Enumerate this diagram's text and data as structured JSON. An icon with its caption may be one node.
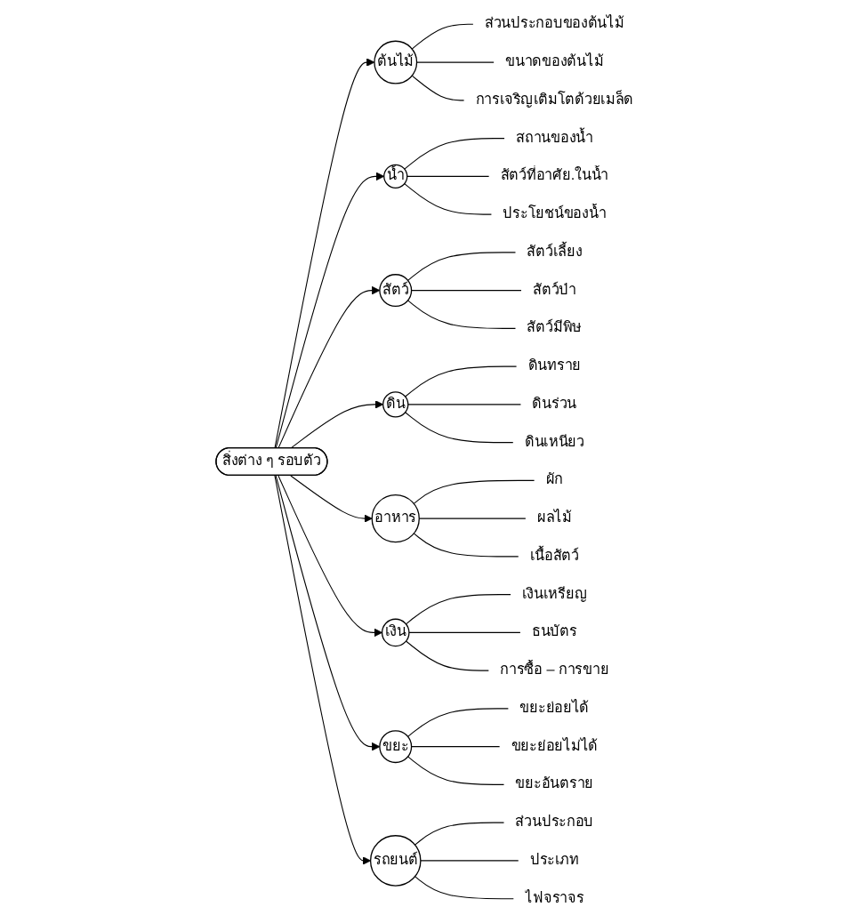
{
  "diagram": {
    "nodes": [
      {
        "text": [
          "สิ่งต่าง ๆ รอบตัว"
        ]
      },
      {
        "text": [
          "ต้นไม้"
        ]
      },
      {
        "text": [
          "ส่วนประกอบของต้นไม้"
        ]
      },
      {
        "text": [
          "ขนาดของต้นไม้"
        ]
      },
      {
        "text": [
          "การเจริญเติมโตด้วยเมล็ด"
        ]
      },
      {
        "text": [
          "น้ำ"
        ]
      },
      {
        "text": [
          "สถานของน้ำ"
        ]
      },
      {
        "text": [
          "สัตว์ที่อาศัย.ในน้ำ"
        ]
      },
      {
        "text": [
          "ประโยชน์ของน้ำ"
        ]
      },
      {
        "text": [
          "สัตว์"
        ]
      },
      {
        "text": [
          "สัตว์เลี้ยง"
        ]
      },
      {
        "text": [
          "สัตว์ป่า"
        ]
      },
      {
        "text": [
          "สัตว์มีพิษ"
        ]
      },
      {
        "text": [
          "ดิน"
        ]
      },
      {
        "text": [
          "ดินทราย"
        ]
      },
      {
        "text": [
          "ดินร่วน"
        ]
      },
      {
        "text": [
          "ดินเหนียว"
        ]
      },
      {
        "text": [
          "อาหาร"
        ]
      },
      {
        "text": [
          "ผัก"
        ]
      },
      {
        "text": [
          "ผลไม้"
        ]
      },
      {
        "text": [
          "เนื้อสัตว์"
        ]
      },
      {
        "text": [
          "เงิน"
        ]
      },
      {
        "text": [
          "เงินเหรียญ"
        ]
      },
      {
        "text": [
          "ธนบัตร"
        ]
      },
      {
        "text": [
          "การซื้อ – การขาย"
        ]
      },
      {
        "text": [
          "ขยะ"
        ]
      },
      {
        "text": [
          "ขยะย่อยได้"
        ]
      },
      {
        "text": [
          "ขยะย่อยไม่ได้"
        ]
      },
      {
        "text": [
          "ขยะอันตราย"
        ]
      },
      {
        "text": [
          "รถยนต์"
        ]
      },
      {
        "text": [
          "ส่วนประกอบ"
        ]
      },
      {
        "text": [
          "ประเภท"
        ]
      },
      {
        "text": [
          "ไฟจราจร"
        ]
      }
    ],
    "edges": [
      {
        "from": 0,
        "to": 1,
        "arrow": "to"
      },
      {
        "from": 1,
        "to": 2,
        "arrow": "none"
      },
      {
        "from": 1,
        "to": 3,
        "arrow": "none"
      },
      {
        "from": 1,
        "to": 4,
        "arrow": "none"
      },
      {
        "from": 0,
        "to": 5,
        "arrow": "to"
      },
      {
        "from": 5,
        "to": 6,
        "arrow": "none"
      },
      {
        "from": 5,
        "to": 7,
        "arrow": "none"
      },
      {
        "from": 5,
        "to": 8,
        "arrow": "none"
      },
      {
        "from": 0,
        "to": 9,
        "arrow": "to"
      },
      {
        "from": 9,
        "to": 10,
        "arrow": "none"
      },
      {
        "from": 9,
        "to": 11,
        "arrow": "none"
      },
      {
        "from": 9,
        "to": 12,
        "arrow": "none"
      },
      {
        "from": 0,
        "to": 13,
        "arrow": "to"
      },
      {
        "from": 13,
        "to": 14,
        "arrow": "none"
      },
      {
        "from": 13,
        "to": 15,
        "arrow": "none"
      },
      {
        "from": 13,
        "to": 16,
        "arrow": "none"
      },
      {
        "from": 0,
        "to": 17,
        "arrow": "to"
      },
      {
        "from": 17,
        "to": 18,
        "arrow": "none"
      },
      {
        "from": 17,
        "to": 19,
        "arrow": "none"
      },
      {
        "from": 17,
        "to": 20,
        "arrow": "none"
      },
      {
        "from": 0,
        "to": 21,
        "arrow": "to"
      },
      {
        "from": 21,
        "to": 22,
        "arrow": "none"
      },
      {
        "from": 21,
        "to": 23,
        "arrow": "none"
      },
      {
        "from": 21,
        "to": 24,
        "arrow": "none"
      },
      {
        "from": 0,
        "to": 25,
        "arrow": "to"
      },
      {
        "from": 25,
        "to": 26,
        "arrow": "none"
      },
      {
        "from": 25,
        "to": 27,
        "arrow": "none"
      },
      {
        "from": 25,
        "to": 28,
        "arrow": "none"
      },
      {
        "from": 0,
        "to": 29,
        "arrow": "to"
      },
      {
        "from": 29,
        "to": 30,
        "arrow": "none"
      },
      {
        "from": 29,
        "to": 31,
        "arrow": "none"
      },
      {
        "from": 29,
        "to": 32,
        "arrow": "none"
      }
    ]
  }
}
